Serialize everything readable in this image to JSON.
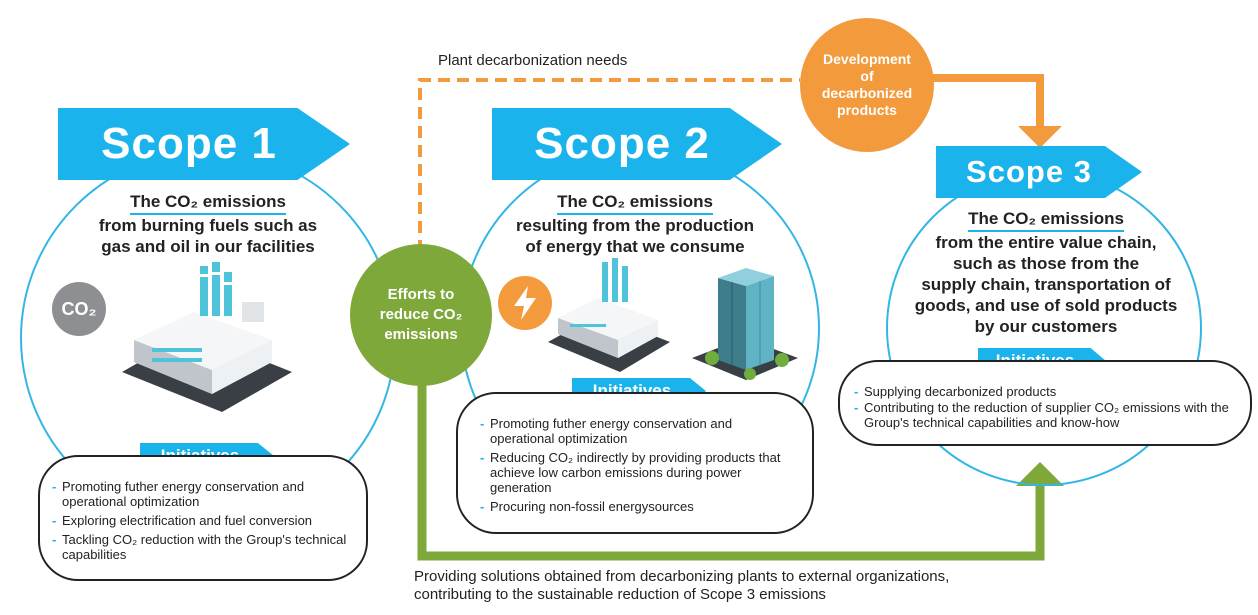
{
  "colors": {
    "blue": "#1bb3ec",
    "orange": "#f39a3d",
    "green": "#7ea83a"
  },
  "flow": {
    "plant_needs": "Plant decarbonization needs",
    "development": "Development of decarbonized products",
    "efforts": "Efforts to reduce CO₂ emissions",
    "solutions_line1": "Providing solutions obtained from decarbonizing plants to external organizations,",
    "solutions_line2": "contributing to the sustainable reduction of Scope 3 emissions"
  },
  "scope1": {
    "label": "Scope 1",
    "title_u": "The CO₂ emissions",
    "title_rest1": "from burning fuels such as",
    "title_rest2": "gas and oil in our facilities",
    "badge": "CO₂",
    "initiatives_label": "Initiatives",
    "initiatives": [
      "Promoting futher energy conservation and operational optimization",
      "Exploring electrification and fuel conversion",
      "Tackling CO₂ reduction with the Group's technical capabilities"
    ]
  },
  "scope2": {
    "label": "Scope 2",
    "title_u": "The CO₂ emissions",
    "title_rest1": "resulting from the production",
    "title_rest2": "of energy that we consume",
    "initiatives_label": "Initiatives",
    "initiatives": [
      "Promoting futher energy conservation and operational optimization",
      "Reducing CO₂ indirectly by providing products that achieve low carbon emissions during power generation",
      "Procuring non-fossil energysources"
    ]
  },
  "scope3": {
    "label": "Scope 3",
    "title_u": "The CO₂ emissions",
    "title_rest1": "from the entire value chain,",
    "title_rest2": "such as those from the",
    "title_rest3": "supply chain, transportation of",
    "title_rest4": "goods, and use of sold products",
    "title_rest5": "by our customers",
    "initiatives_label": "Initiatives",
    "initiatives": [
      "Supplying decarbonized products",
      "Contributing to the reduction of supplier CO₂ emissions with the Group's technical capabilities and know-how"
    ]
  }
}
